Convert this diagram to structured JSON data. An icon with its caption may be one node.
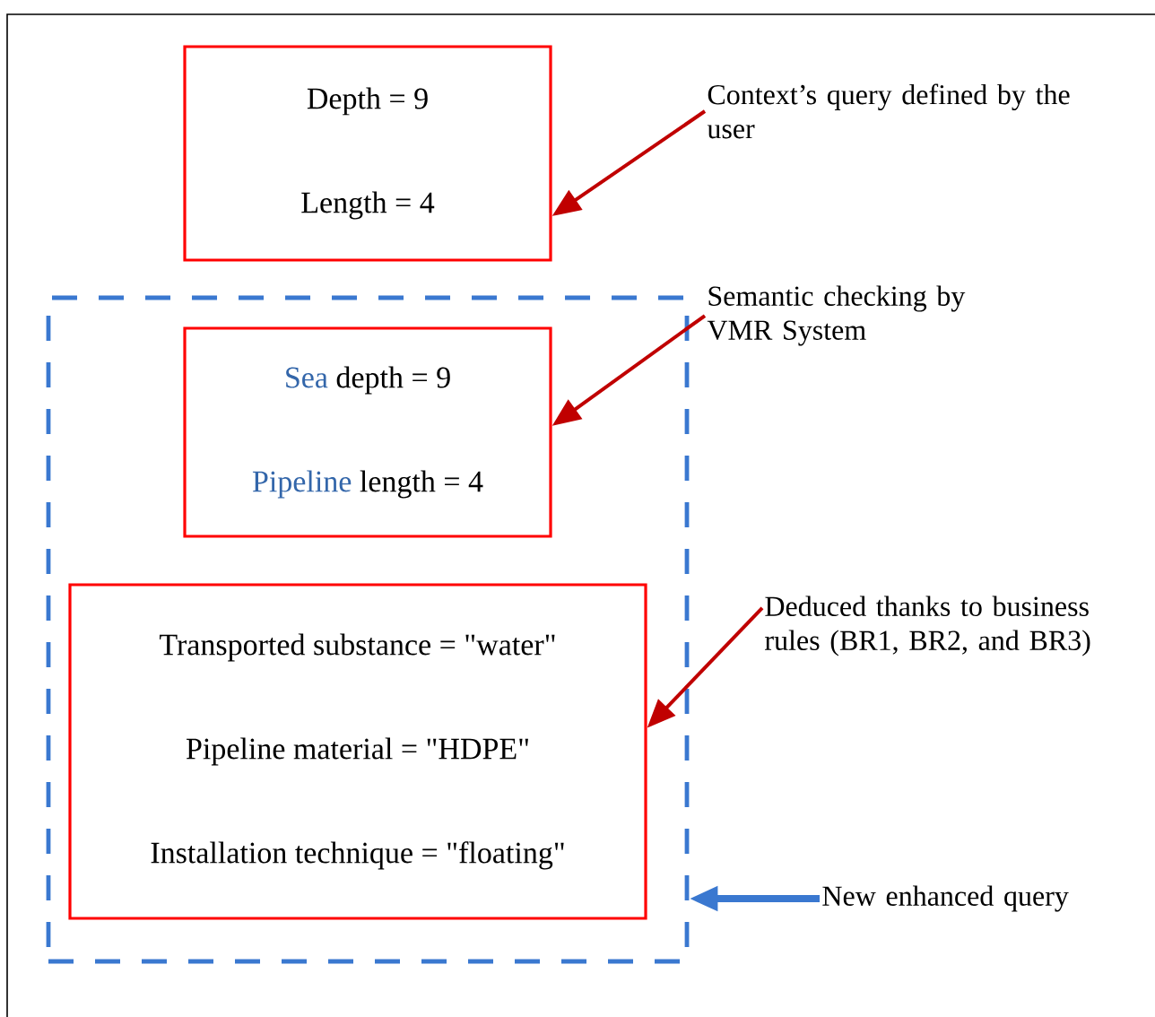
{
  "diagram": {
    "nodes": [
      {
        "text": [
          "Depth = 9",
          "Length = 4"
        ]
      },
      {
        "text": [],
        "shape": "box"
      },
      {
        "text": [
          "Sea",
          "depth = 9",
          "Pipeline",
          "length = 4"
        ],
        "in": 1
      },
      {
        "text": [
          "Transported substance = \"water\"",
          "Pipeline material = \"HDPE\"",
          "Installation technique = \"floating\""
        ],
        "in": 1
      },
      {
        "text": [
          "Context’s query defined by the user"
        ]
      },
      {
        "text": [
          "Semantic checking by VMR System"
        ]
      },
      {
        "text": [
          "Deduced thanks to business rules (BR1, BR2, and BR3)"
        ]
      },
      {
        "text": [
          "New enhanced query"
        ]
      }
    ],
    "edges": [
      {
        "from": 4,
        "to": 0,
        "arrow": "to"
      },
      {
        "from": 5,
        "to": 2,
        "arrow": "to"
      },
      {
        "from": 6,
        "to": 3,
        "arrow": "to"
      },
      {
        "from": 7,
        "to": 1,
        "arrow": "to",
        "style": "thick",
        "color": "#3a78d0"
      }
    ]
  }
}
